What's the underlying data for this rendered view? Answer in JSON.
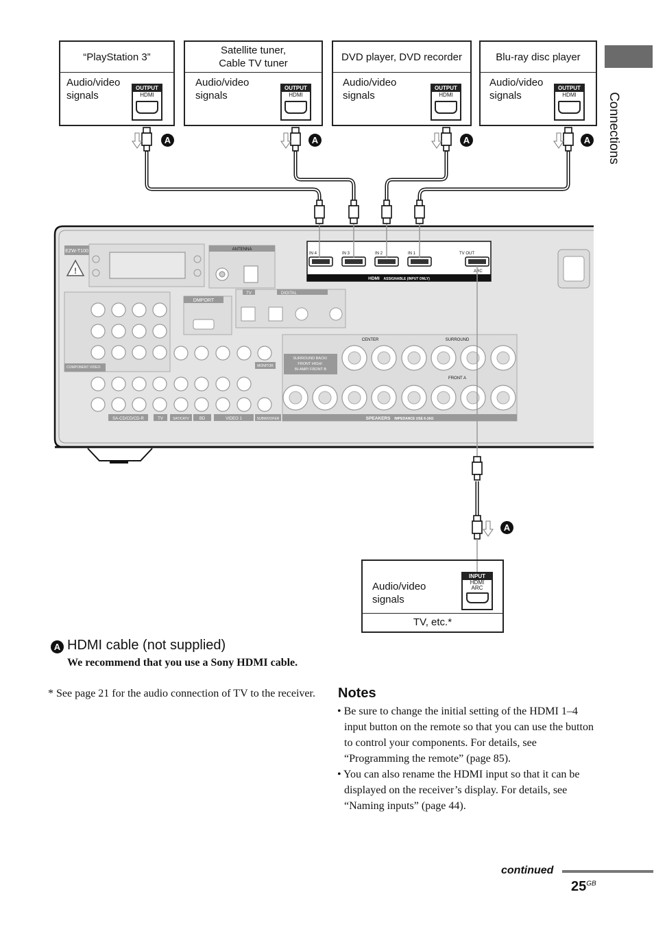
{
  "sidebar_tab": "Connections",
  "devices": [
    {
      "name": "“PlayStation 3”",
      "signal": "Audio/video\nsignals",
      "port_label": "OUTPUT",
      "port_type": "HDMI"
    },
    {
      "name": "Satellite tuner,\nCable TV tuner",
      "signal": "Audio/video\nsignals",
      "port_label": "OUTPUT",
      "port_type": "HDMI"
    },
    {
      "name": "DVD player, DVD recorder",
      "signal": "Audio/video\nsignals",
      "port_label": "OUTPUT",
      "port_type": "HDMI"
    },
    {
      "name": "Blu-ray disc player",
      "signal": "Audio/video\nsignals",
      "port_label": "OUTPUT",
      "port_type": "HDMI"
    }
  ],
  "badge_letter": "A",
  "receiver": {
    "model": "EZW-T100",
    "antenna": "ANTENNA",
    "dmport": "DMPORT",
    "digital": "DIGITAL",
    "tv_tag": "TV",
    "hdmi_inputs": [
      "IN 4",
      "IN 3",
      "IN 2",
      "IN 1"
    ],
    "tv_out": "TV OUT",
    "arc": "ARC",
    "hdmi_bar": "HDMI",
    "hdmi_bar_sub": "ASSIGNABLE (INPUT ONLY)",
    "component_video": "COMPONENT VIDEO",
    "surround_back": "SURROUND BACK/\nFRONT HIGH/\nBI-AMP/ FRONT B",
    "center": "CENTER",
    "surround": "SURROUND",
    "front_a": "FRONT A",
    "speakers": "SPEAKERS",
    "speakers_sub": "IMPEDANCE USE 6-16Ω",
    "bottom_labels": [
      "SA-CD/CD/CD-R",
      "TV",
      "SAT/CATV",
      "BD",
      "VIDEO 1",
      "SUBWOOFER"
    ],
    "monitor": "MONITOR"
  },
  "tv": {
    "signal": "Audio/video\nsignals",
    "port_label": "INPUT",
    "port_type": "HDMI\nARC",
    "name": "TV, etc.*"
  },
  "cable": {
    "title": "HDMI cable (not supplied)",
    "recommend": "We recommend that you use a Sony HDMI cable."
  },
  "footnote": "* See page 21 for the audio connection of TV to the receiver.",
  "notes": {
    "heading": "Notes",
    "items": [
      "• Be sure to change the initial setting of the HDMI 1–4 input button on the remote so that you can use the button to control your components. For details, see “Programming the remote” (page 85).",
      "• You can also rename the HDMI input so that it can be displayed on the receiver’s display. For details, see “Naming inputs” (page 44)."
    ]
  },
  "continued": "continued",
  "page_number": "25",
  "page_suffix": "GB"
}
